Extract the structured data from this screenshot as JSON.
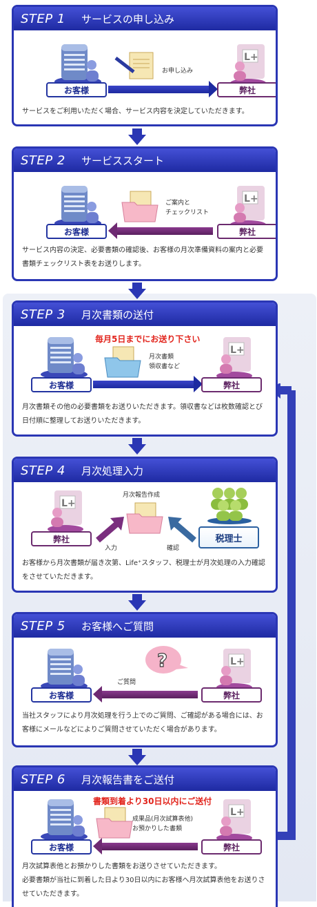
{
  "labels": {
    "client": "お客様",
    "company": "弊社",
    "tax": "税理士"
  },
  "steps": [
    {
      "no": "STEP 1",
      "title": "サービスの申し込み",
      "note": "お申し込み",
      "desc": "サービスをご利用いただく場合、サービス内容を決定していただきます。"
    },
    {
      "no": "STEP 2",
      "title": "サービススタート",
      "note": "ご案内と\nチェックリスト",
      "desc": "サービス内容の決定、必要書類の確認後、お客様の月次準備資料の案内と必要書類チェックリスト表をお送りします。"
    },
    {
      "no": "STEP 3",
      "title": "月次書類の送付",
      "highlight": "毎月5日までにお送り下さい",
      "note": "月次書類\n領収書など",
      "desc": "月次書類その他の必要書類をお送りいただきます。領収書などは枚数確認とび日付順に整理してお送りいただきます。"
    },
    {
      "no": "STEP 4",
      "title": "月次処理入力",
      "note_top": "月次報告作成",
      "note_input": "入力",
      "note_confirm": "確認",
      "desc": "お客様から月次書類が届き次第、Life⁺スタッフ、税理士が月次処理の入力確認をさせていただきます。"
    },
    {
      "no": "STEP 5",
      "title": "お客様へご質問",
      "note": "ご質問",
      "bubble": "?",
      "desc": "当社スタッフにより月次処理を行う上でのご質問、ご確認がある場合には、お客様にメールなどによりご質問させていただく場合があります。"
    },
    {
      "no": "STEP 6",
      "title": "月次報告書をご送付",
      "highlight": "書類到着より30日以内にご送付",
      "note": "成果品(月次試算表他)\nお預かりした書類",
      "desc": "月次試算表他とお預かりした書類をお送りさせていただきます。\n必要書類が当社に到着した日より30日以内にお客様へ月次試算表他をお送りさせていただきます。"
    }
  ],
  "colors": {
    "primary": "#2a36b4",
    "purple": "#6b2a6e",
    "accent_red": "#e2241c"
  },
  "icons": [
    "building-icon",
    "person-icon",
    "pencil-icon",
    "document-icon",
    "folder-icon",
    "company-box-icon",
    "people-group-icon",
    "question-bubble-icon",
    "down-arrow-icon",
    "loop-arrow-icon"
  ]
}
